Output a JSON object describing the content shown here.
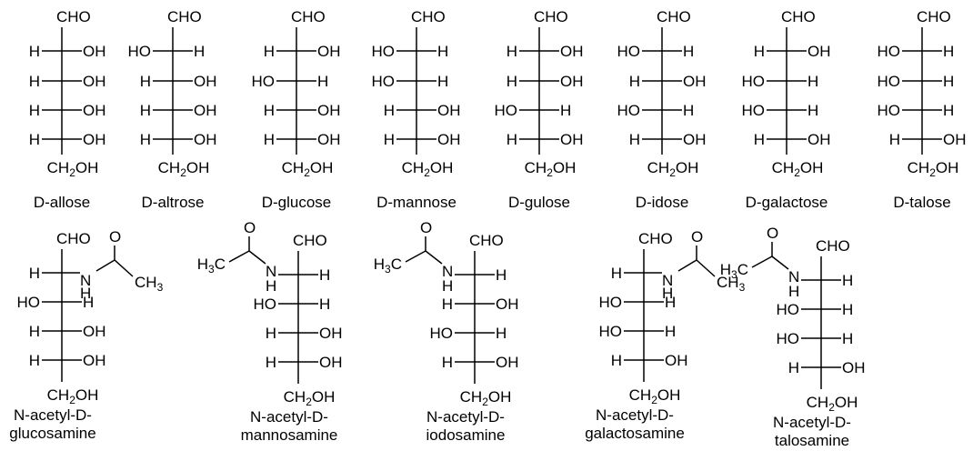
{
  "labels": {
    "cho": "CHO",
    "ch2oh_main": "CH",
    "ch2oh_sub": "2",
    "ch2oh_tail": "OH",
    "h": "H",
    "oh": "OH",
    "ho": "HO",
    "o": "O",
    "n": "N",
    "ch3_main": "CH",
    "ch3_sub": "3",
    "h3c_lead": "H",
    "h3c_sub": "3",
    "h3c_tail": "C"
  },
  "hexoses": [
    {
      "name": "D-allose",
      "config": [
        "R",
        "R",
        "R",
        "R"
      ]
    },
    {
      "name": "D-altrose",
      "config": [
        "L",
        "R",
        "R",
        "R"
      ]
    },
    {
      "name": "D-glucose",
      "config": [
        "R",
        "L",
        "R",
        "R"
      ]
    },
    {
      "name": "D-mannose",
      "config": [
        "L",
        "L",
        "R",
        "R"
      ]
    },
    {
      "name": "D-gulose",
      "config": [
        "R",
        "R",
        "L",
        "R"
      ]
    },
    {
      "name": "D-idose",
      "config": [
        "L",
        "R",
        "L",
        "R"
      ]
    },
    {
      "name": "D-galactose",
      "config": [
        "R",
        "L",
        "L",
        "R"
      ]
    },
    {
      "name": "D-talose",
      "config": [
        "L",
        "L",
        "L",
        "R"
      ]
    }
  ],
  "aminosugars": [
    {
      "name_line1": "N-acetyl-D-",
      "name_line2": "glucosamine",
      "side": "right",
      "config": [
        "L",
        "R",
        "R"
      ]
    },
    {
      "name_line1": "N-acetyl-D-",
      "name_line2": "mannosamine",
      "side": "left",
      "config": [
        "L",
        "R",
        "R"
      ]
    },
    {
      "name_line1": "N-acetyl-D-",
      "name_line2": "iodosamine",
      "side": "left",
      "config": [
        "R",
        "L",
        "R"
      ]
    },
    {
      "name_line1": "N-acetyl-D-",
      "name_line2": "galactosamine",
      "side": "right",
      "config": [
        "L",
        "L",
        "R"
      ]
    },
    {
      "name_line1": "N-acetyl-D-",
      "name_line2": "talosamine",
      "side": "left",
      "config": [
        "L",
        "L",
        "R"
      ]
    }
  ]
}
